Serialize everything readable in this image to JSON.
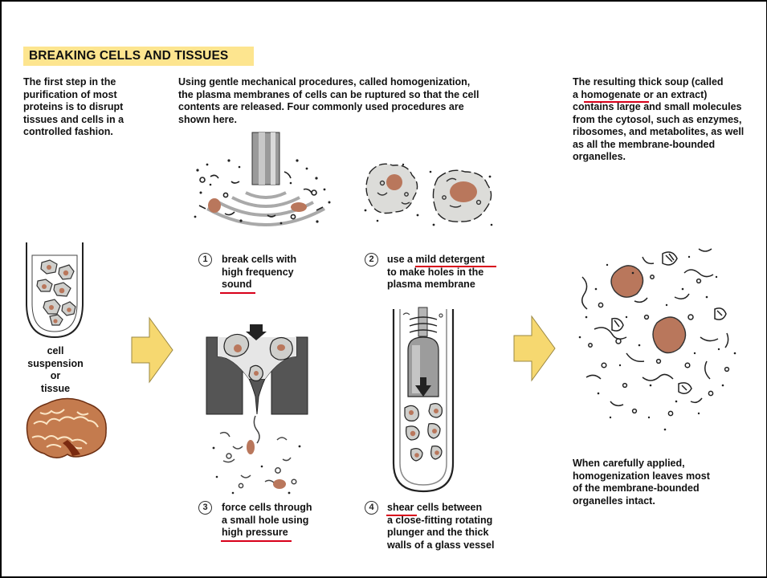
{
  "title": "BREAKING CELLS AND TISSUES",
  "intro": "The first step in the\npurification of most\nproteins is to disrupt\ntissues and cells in a\ncontrolled fashion.",
  "methods_intro": "Using gentle mechanical procedures, called homogenization,\nthe plasma membranes of cells can be ruptured so that the cell\ncontents are released. Four commonly used procedures are\nshown here.",
  "result_intro": "The resulting thick soup (called\na homogenate or an extract)\ncontains large and small molecules\nfrom the cytosol, such as enzymes,\nribosomes, and metabolites, as well\nas all the membrane-bounded\norganelles.",
  "start_label": "cell\nsuspension\nor\ntissue",
  "procedures": [
    {
      "number": "1",
      "text": "break cells with\nhigh frequency\nsound"
    },
    {
      "number": "2",
      "text": "use a mild detergent\nto make holes in the\nplasma membrane"
    },
    {
      "number": "3",
      "text": "force cells through\na small hole using\nhigh pressure"
    },
    {
      "number": "4",
      "text": "shear cells between\na close-fitting rotating\nplunger and the thick\nwalls of a glass vessel"
    }
  ],
  "result_note": "When carefully applied,\nhomogenization leaves most\nof the membrane-bounded\norganelles intact.",
  "colors": {
    "title_bg": "#fde58f",
    "arrow_fill": "#f6d870",
    "nucleus": "#b9775c",
    "underline": "#d8001a",
    "cell_fill": "#d9d9d6"
  }
}
